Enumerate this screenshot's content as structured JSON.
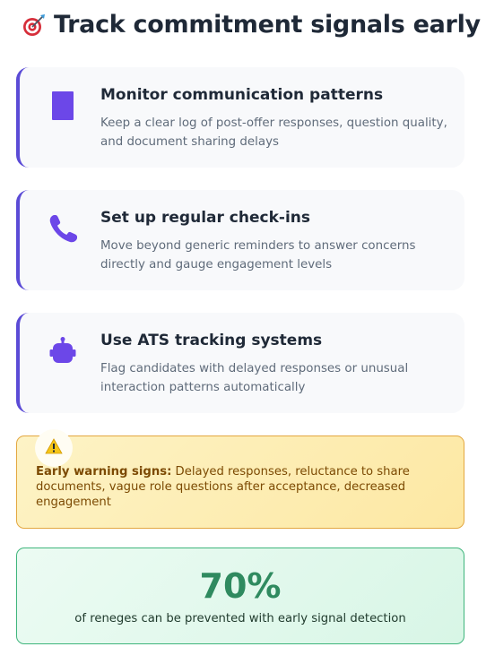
{
  "header": {
    "title": "Track commitment signals early",
    "icon": "dart-target-icon"
  },
  "cards": [
    {
      "icon": "clipboard-icon",
      "title": "Monitor communication patterns",
      "description": "Keep a clear log of post-offer responses, question quality, and document sharing delays"
    },
    {
      "icon": "phone-icon",
      "title": "Set up regular check-ins",
      "description": "Move beyond generic reminders to answer concerns directly and gauge engagement levels"
    },
    {
      "icon": "robot-icon",
      "title": "Use ATS tracking systems",
      "description": "Flag candidates with delayed responses or unusual interaction patterns automatically"
    }
  ],
  "warning": {
    "icon": "warning-icon",
    "label": "Early warning signs:",
    "text": " Delayed responses, reluctance to share documents, vague role questions after acceptance, decreased engagement"
  },
  "stat": {
    "value": "70%",
    "text": "of reneges can be prevented with early signal detection"
  },
  "colors": {
    "accent": "#5b4bd6",
    "icon_purple": "#6c47e8",
    "warning_border": "#e3a740",
    "warning_text": "#7c4a03",
    "success_border": "#3fb57c",
    "success_text": "#2f8a5f"
  }
}
